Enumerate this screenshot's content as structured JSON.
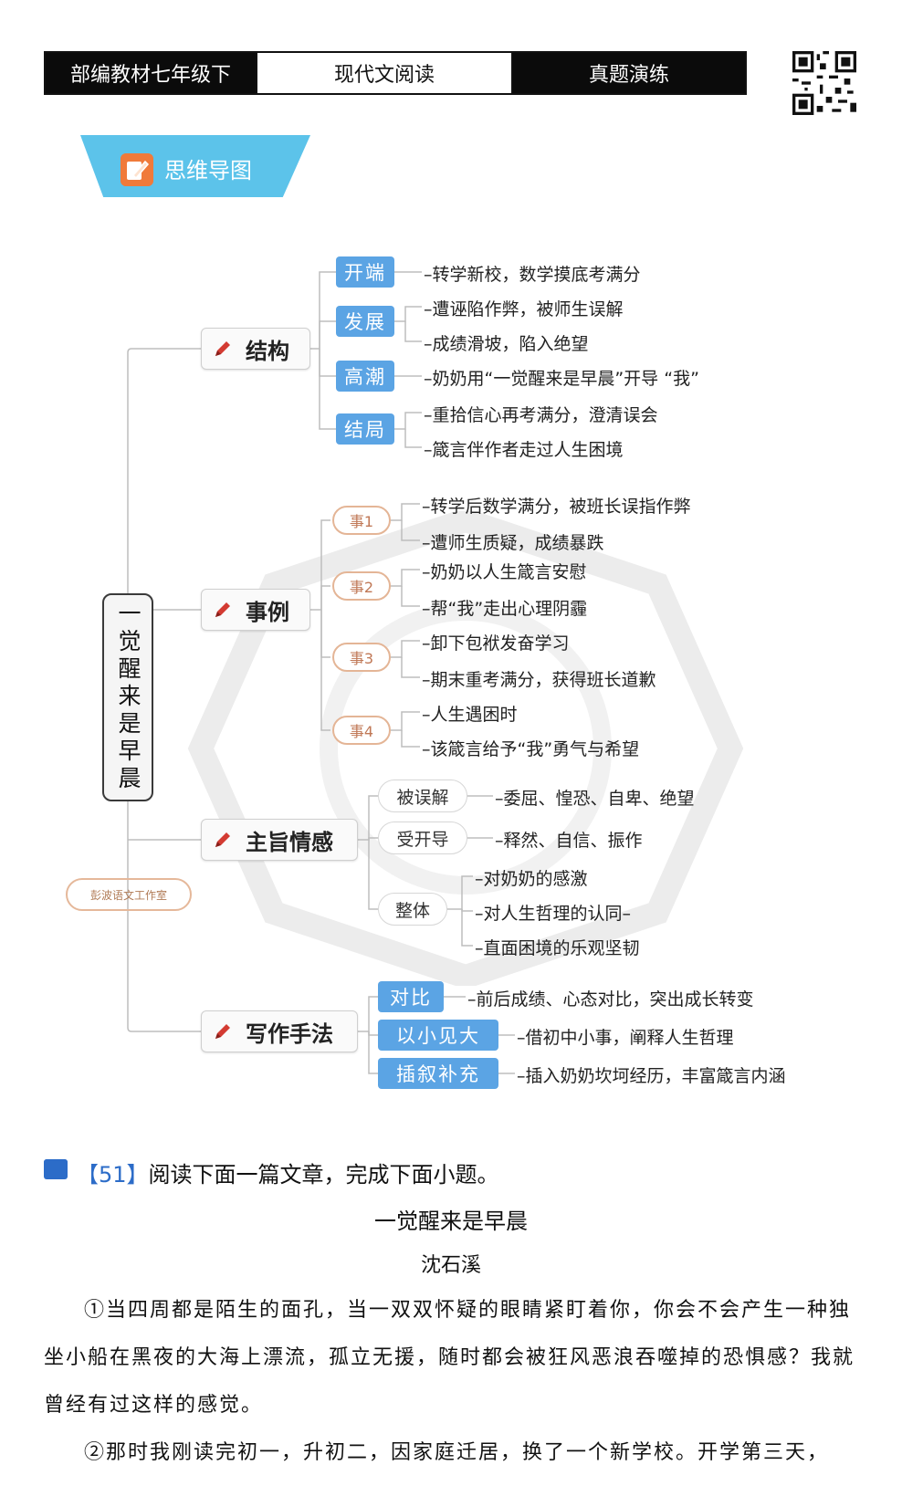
{
  "header": {
    "grade": "部编教材七年级下",
    "subject": "现代文阅读",
    "section": "真题演练"
  },
  "mindmap_tab": "思维导图",
  "root": "一觉醒来是早晨",
  "stamp": "彭波语文工作室",
  "branches": {
    "structure": {
      "title": "结构",
      "items": [
        {
          "label": "开端",
          "leaves": [
            "–转学新校，数学摸底考满分"
          ]
        },
        {
          "label": "发展",
          "leaves": [
            "–遭诬陷作弊，被师生误解",
            "–成绩滑坡，陷入绝望"
          ]
        },
        {
          "label": "高潮",
          "leaves": [
            "–奶奶用“一觉醒来是早晨”开导 “我”"
          ]
        },
        {
          "label": "结局",
          "leaves": [
            "–重拾信心再考满分，澄清误会",
            "–箴言伴作者走过人生困境"
          ]
        }
      ]
    },
    "events": {
      "title": "事例",
      "items": [
        {
          "label": "事1",
          "leaves": [
            "–转学后数学满分，被班长误指作弊",
            "–遭师生质疑，成绩暴跌"
          ]
        },
        {
          "label": "事2",
          "leaves": [
            "–奶奶以人生箴言安慰",
            "–帮“我”走出心理阴霾"
          ]
        },
        {
          "label": "事3",
          "leaves": [
            "–卸下包袱发奋学习",
            "–期末重考满分，获得班长道歉"
          ]
        },
        {
          "label": "事4",
          "leaves": [
            "–人生遇困时",
            "–该箴言给予“我”勇气与希望"
          ]
        }
      ]
    },
    "theme": {
      "title": "主旨情感",
      "items": [
        {
          "label": "被误解",
          "leaves": [
            "–委屈、惶恐、自卑、绝望"
          ]
        },
        {
          "label": "受开导",
          "leaves": [
            "–释然、自信、振作"
          ]
        },
        {
          "label": "整体",
          "leaves": [
            "–对奶奶的感激",
            "–对人生哲理的认同–",
            "–直面困境的乐观坚韧"
          ]
        }
      ]
    },
    "writing": {
      "title": "写作手法",
      "items": [
        {
          "label": "对比",
          "leaves": [
            "–前后成绩、心态对比，突出成长转变"
          ]
        },
        {
          "label": "以小见大",
          "leaves": [
            "–借初中小事，阐释人生哲理"
          ]
        },
        {
          "label": "插叙补充",
          "leaves": [
            "–插入奶奶坎坷经历，丰富箴言内涵"
          ]
        }
      ]
    }
  },
  "question": {
    "number": "【51】",
    "prompt": "阅读下面一篇文章，完成下面小题。",
    "article_title": "一觉醒来是早晨",
    "author": "沈石溪",
    "paragraphs": [
      "①当四周都是陌生的面孔，当一双双怀疑的眼睛紧盯着你，你会不会产生一种独坐小船在黑夜的大海上漂流，孤立无援，随时都会被狂风恶浪吞噬掉的恐惧感？我就曾经有过这样的感觉。",
      "②那时我刚读完初一，升初二，因家庭迁居，换了一个新学校。开学第三天，"
    ]
  },
  "colors": {
    "accent_blue": "#5ba4e4",
    "tab_cyan": "#5cc3ea",
    "pill_orange": "#e4b596",
    "pen_red": "#d33b32"
  }
}
